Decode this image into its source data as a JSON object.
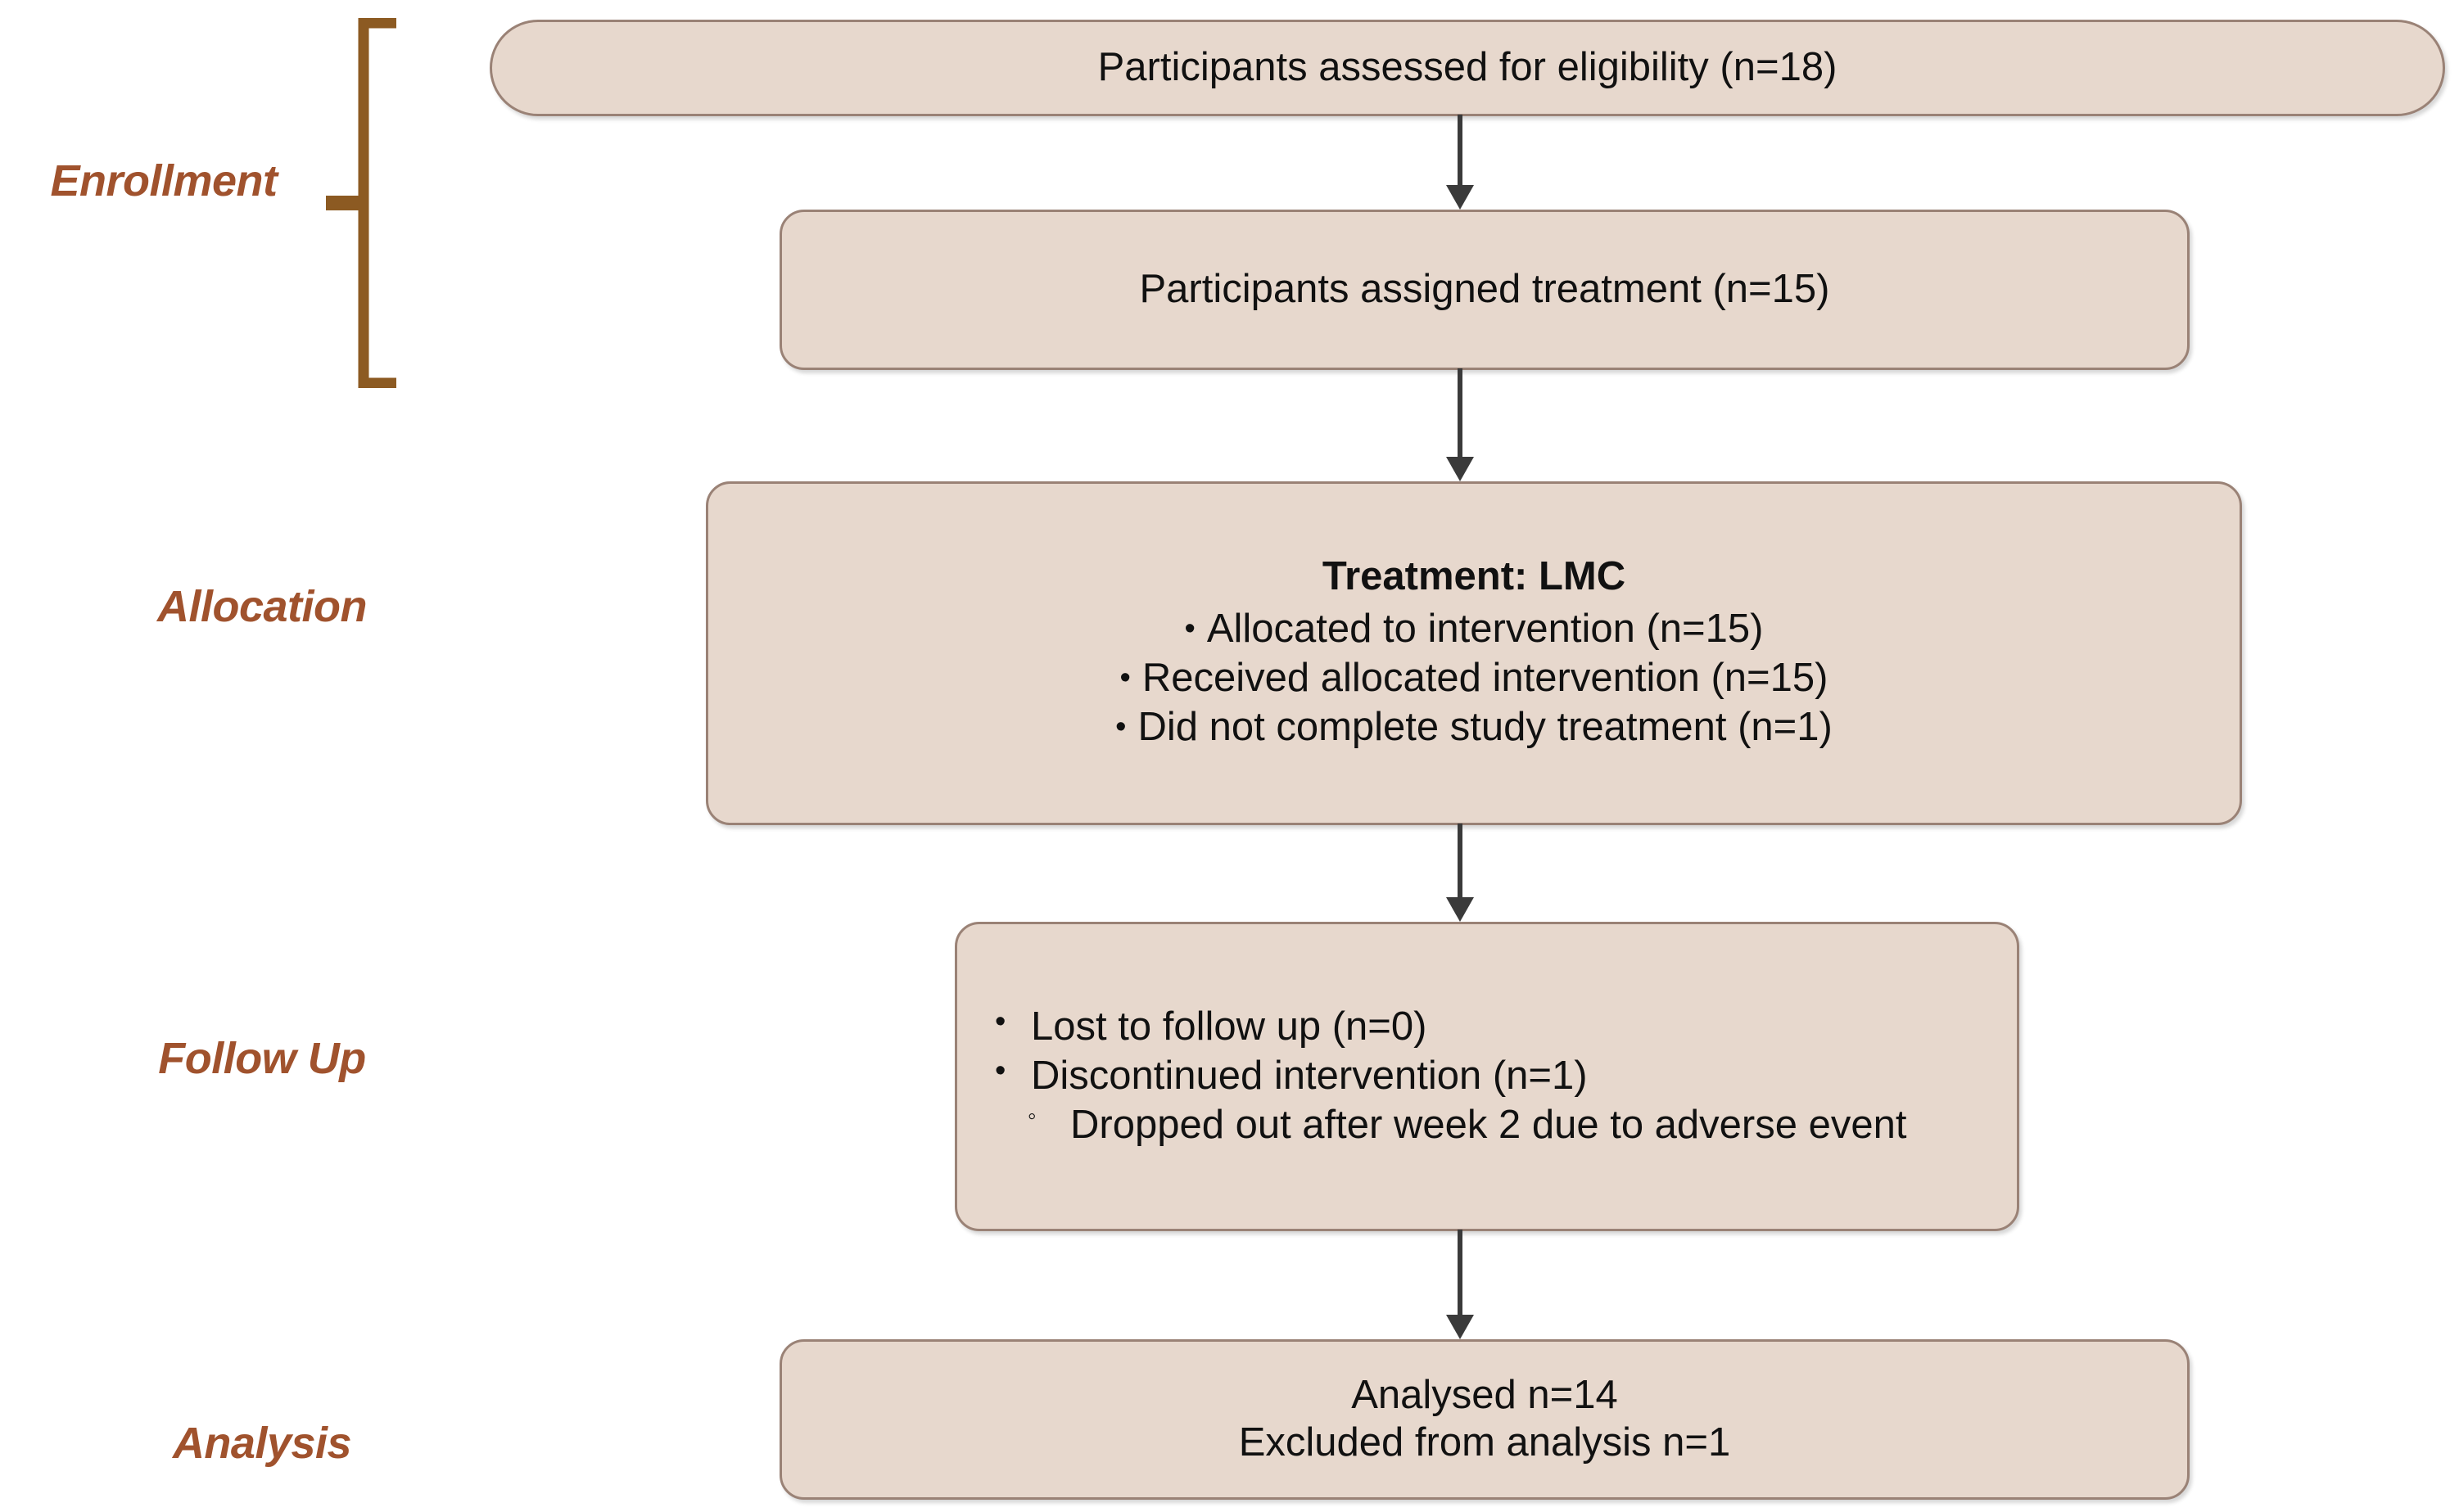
{
  "diagram": {
    "type": "consort-flow-diagram",
    "background_color": "#FFFFFF",
    "box_fill_color": "#E7D8CD",
    "box_border_color": "#9A8276",
    "stage_label_color": "#A0522D",
    "bracket_color": "#8C5A22",
    "arrow_color": "#3A3A3A",
    "text_color": "#111111"
  },
  "stages": {
    "enrollment": "Enrollment",
    "allocation": "Allocation",
    "follow_up": "Follow Up",
    "analysis": "Analysis"
  },
  "boxes": {
    "eligibility": {
      "text": "Participants assessed for eligibility (n=18)"
    },
    "assigned": {
      "text": "Participants assigned treatment (n=15)"
    },
    "allocation": {
      "title": "Treatment: LMC",
      "bullets": [
        "Allocated to intervention (n=15)",
        "Received allocated intervention (n=15)",
        "Did not complete study treatment (n=1)"
      ]
    },
    "follow_up": {
      "bullets": [
        "Lost to follow up (n=0)",
        "Discontinued intervention (n=1)"
      ],
      "sub_bullets": [
        "Dropped out after week 2 due to adverse event"
      ]
    },
    "analysis": {
      "line1": "Analysed n=14",
      "line2": "Excluded from analysis n=1"
    }
  },
  "glyphs": {
    "bullet": "•",
    "subbullet": "◦"
  }
}
